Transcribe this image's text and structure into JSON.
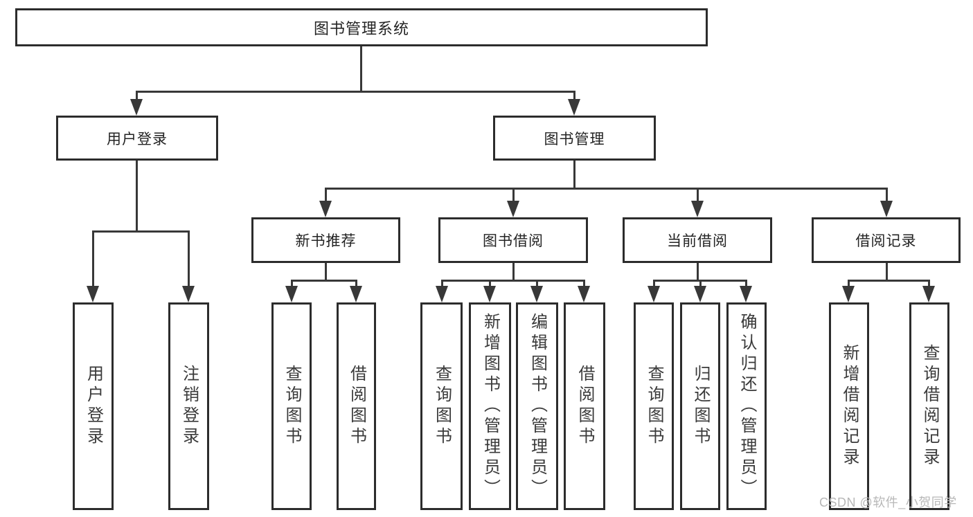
{
  "diagram_type": "hierarchy-tree",
  "tree": {
    "label": "图书管理系统",
    "children": [
      {
        "label": "用户登录",
        "children": [
          {
            "label": "用户登录"
          },
          {
            "label": "注销登录"
          }
        ]
      },
      {
        "label": "图书管理",
        "children": [
          {
            "label": "新书推荐",
            "children": [
              {
                "label": "查询图书"
              },
              {
                "label": "借阅图书"
              }
            ]
          },
          {
            "label": "图书借阅",
            "children": [
              {
                "label": "查询图书"
              },
              {
                "label": "新增图书（管理员）"
              },
              {
                "label": "编辑图书（管理员）"
              },
              {
                "label": "借阅图书"
              }
            ]
          },
          {
            "label": "当前借阅",
            "children": [
              {
                "label": "查询图书"
              },
              {
                "label": "归还图书"
              },
              {
                "label": "确认归还（管理员）"
              }
            ]
          },
          {
            "label": "借阅记录",
            "children": [
              {
                "label": "新增借阅记录"
              },
              {
                "label": "查询借阅记录"
              }
            ]
          }
        ]
      }
    ]
  },
  "watermark": {
    "text": "CSDN @软件_小贺同学"
  },
  "colors": {
    "box_border": "#2c2c2c",
    "line": "#383838",
    "header_text": "#232323",
    "leaf_text": "#3a3a3a",
    "watermark": "#b8b8b8",
    "background": "#ffffff"
  }
}
